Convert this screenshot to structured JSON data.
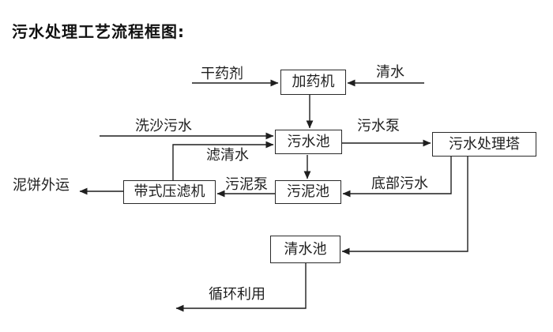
{
  "title": "污水处理工艺流程框图:",
  "colors": {
    "ink": "#1f1f1f",
    "background": "#ffffff",
    "box_border": "#2a2a2a"
  },
  "diagram": {
    "nodes": [
      {
        "id": "dosing-machine",
        "label": "加药机"
      },
      {
        "id": "sewage-pool",
        "label": "污水池"
      },
      {
        "id": "treatment-tower",
        "label": "污水处理塔"
      },
      {
        "id": "sludge-pool",
        "label": "污泥池"
      },
      {
        "id": "belt-filter-press",
        "label": "带式压滤机"
      },
      {
        "id": "clean-water-pool",
        "label": "清水池"
      }
    ],
    "labels": [
      {
        "id": "dry-agent",
        "text": "干药剂"
      },
      {
        "id": "clean-water",
        "text": "清水"
      },
      {
        "id": "sand-washing-sewage",
        "text": "洗沙污水"
      },
      {
        "id": "filtered-water",
        "text": "滤清水"
      },
      {
        "id": "sewage-pump",
        "text": "污水泵"
      },
      {
        "id": "sludge-pump",
        "text": "污泥泵"
      },
      {
        "id": "bottom-sewage",
        "text": "底部污水"
      },
      {
        "id": "mud-cake-out",
        "text": "泥饼外运"
      },
      {
        "id": "recycle-use",
        "text": "循环利用"
      }
    ],
    "edges": [
      {
        "from": "干药剂",
        "to": "加药机"
      },
      {
        "from": "清水",
        "to": "加药机"
      },
      {
        "from": "加药机",
        "to": "污水池"
      },
      {
        "from": "洗沙污水",
        "to": "污水池"
      },
      {
        "from": "带式压滤机",
        "to": "污水池",
        "label": "滤清水"
      },
      {
        "from": "污水池",
        "to": "污水处理塔",
        "label": "污水泵"
      },
      {
        "from": "污水池",
        "to": "污泥池"
      },
      {
        "from": "污水处理塔",
        "to": "污泥池",
        "label": "底部污水"
      },
      {
        "from": "污水处理塔",
        "to": "清水池"
      },
      {
        "from": "污泥池",
        "to": "带式压滤机",
        "label": "污泥泵"
      },
      {
        "from": "带式压滤机",
        "to": "泥饼外运"
      },
      {
        "from": "清水池",
        "to": "循环利用"
      }
    ]
  }
}
